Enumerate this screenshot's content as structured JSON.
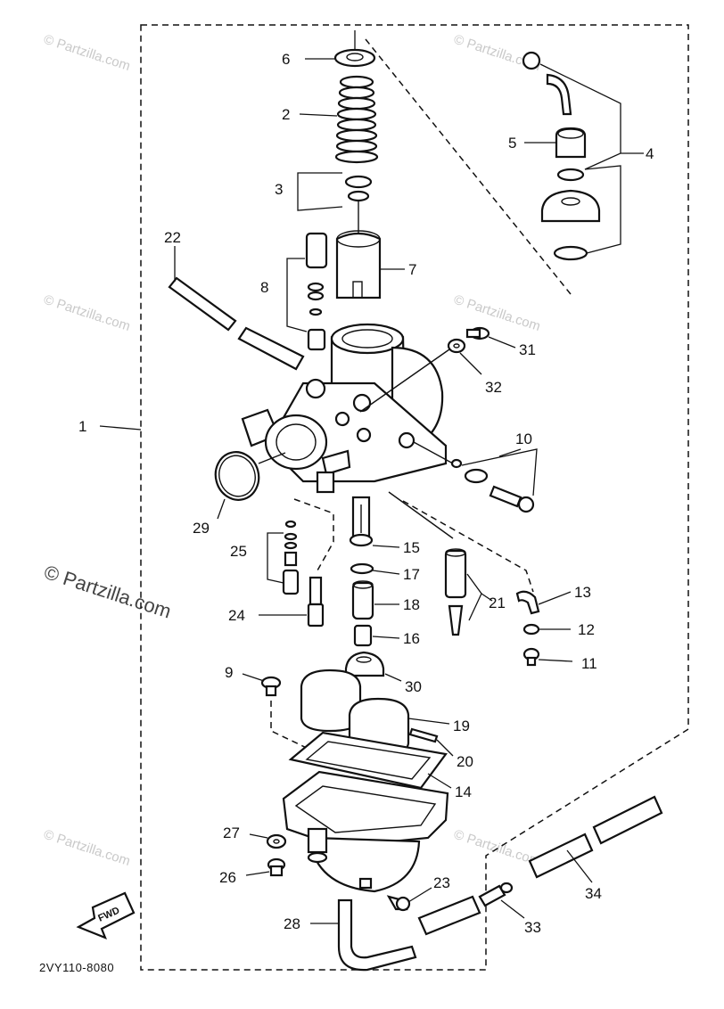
{
  "drawing_code": "2VY110-8080",
  "fwd_label": "FWD",
  "watermark_text": "© Partzilla.com",
  "callouts": [
    {
      "id": "c1",
      "text": "1"
    },
    {
      "id": "c2",
      "text": "2"
    },
    {
      "id": "c3",
      "text": "3"
    },
    {
      "id": "c4",
      "text": "4"
    },
    {
      "id": "c5",
      "text": "5"
    },
    {
      "id": "c6",
      "text": "6"
    },
    {
      "id": "c7",
      "text": "7"
    },
    {
      "id": "c8",
      "text": "8"
    },
    {
      "id": "c9",
      "text": "9"
    },
    {
      "id": "c10",
      "text": "10"
    },
    {
      "id": "c11",
      "text": "11"
    },
    {
      "id": "c12",
      "text": "12"
    },
    {
      "id": "c13",
      "text": "13"
    },
    {
      "id": "c14",
      "text": "14"
    },
    {
      "id": "c15",
      "text": "15"
    },
    {
      "id": "c16",
      "text": "16"
    },
    {
      "id": "c17",
      "text": "17"
    },
    {
      "id": "c18",
      "text": "18"
    },
    {
      "id": "c19",
      "text": "19"
    },
    {
      "id": "c20",
      "text": "20"
    },
    {
      "id": "c21",
      "text": "21"
    },
    {
      "id": "c22",
      "text": "22"
    },
    {
      "id": "c23",
      "text": "23"
    },
    {
      "id": "c24",
      "text": "24"
    },
    {
      "id": "c25",
      "text": "25"
    },
    {
      "id": "c26",
      "text": "26"
    },
    {
      "id": "c27",
      "text": "27"
    },
    {
      "id": "c28",
      "text": "28"
    },
    {
      "id": "c29",
      "text": "29"
    },
    {
      "id": "c30",
      "text": "30"
    },
    {
      "id": "c31",
      "text": "31"
    },
    {
      "id": "c32",
      "text": "32"
    },
    {
      "id": "c33",
      "text": "33"
    },
    {
      "id": "c34",
      "text": "34"
    }
  ]
}
